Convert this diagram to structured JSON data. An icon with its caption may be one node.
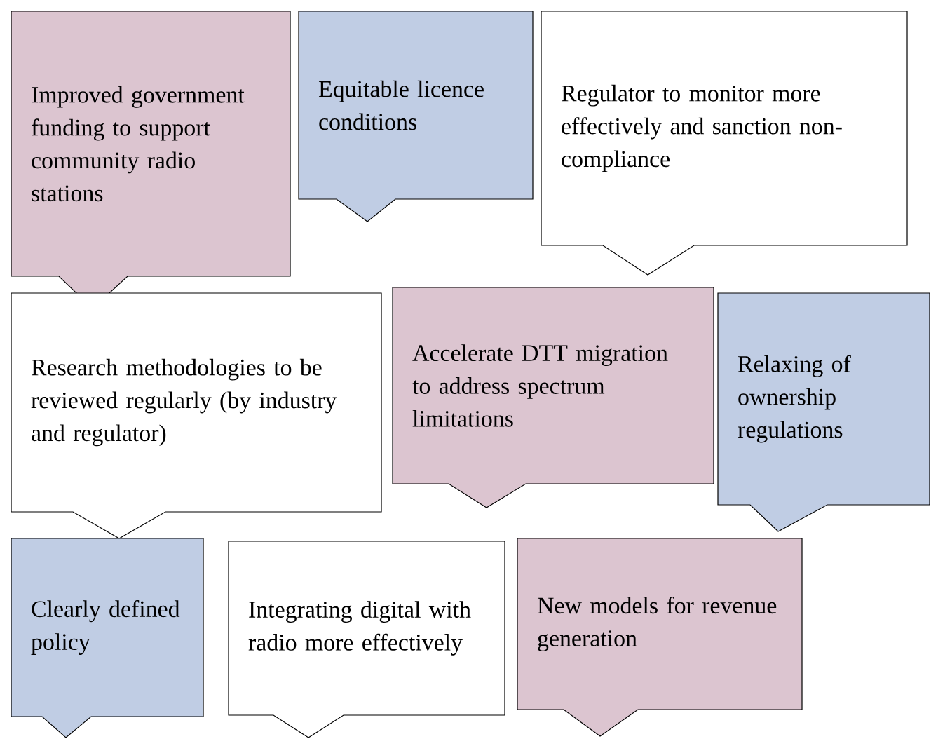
{
  "diagram": {
    "nodes": [
      {
        "text": [
          "Improved government funding to support community radio stations"
        ]
      },
      {
        "text": [
          "Equitable licence conditions"
        ]
      },
      {
        "text": [
          "Regulator to monitor more effectively and sanction non-compliance"
        ]
      },
      {
        "text": [
          "Research methodologies to be reviewed regularly (by industry and regulator)"
        ]
      },
      {
        "text": [
          "Accelerate DTT migration to address spectrum limitations"
        ]
      },
      {
        "text": [
          "Relaxing of ownership regulations"
        ]
      },
      {
        "text": [
          "Clearly defined policy"
        ]
      },
      {
        "text": [
          "Integrating digital with radio more effectively"
        ]
      },
      {
        "text": [
          "New models for revenue generation"
        ]
      }
    ]
  }
}
